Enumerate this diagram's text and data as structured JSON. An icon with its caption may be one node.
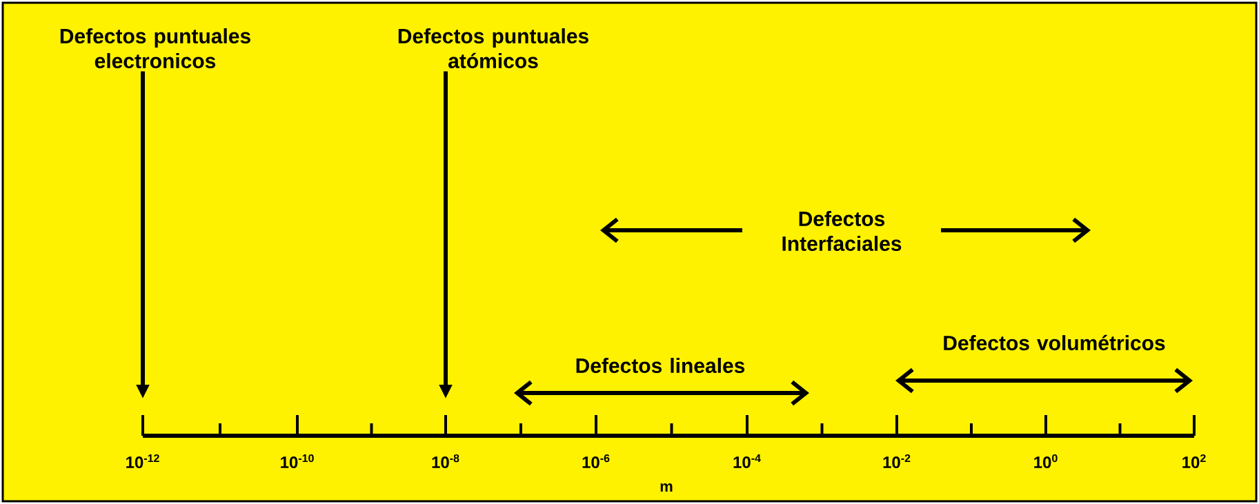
{
  "diagram": {
    "nodes": [
      {
        "text": [
          "Defectos puntuales electronicos"
        ]
      },
      {
        "text": [
          "Defectos puntuales atómicos"
        ]
      }
    ],
    "edges": [
      {
        "from": 0,
        "to": null,
        "arrow": "to"
      },
      {
        "from": 1,
        "to": null,
        "arrow": "to"
      }
    ],
    "labels": [
      "Defectos Interfaciales",
      "Defectos lineales",
      "Defectos volumétricos",
      "10$^{-12}$",
      "10$^{-10}$",
      "10$^{-8}$",
      "10$^{-6}$",
      "10$^{-4}$",
      "10$^{-2}$",
      "10$^{0}$",
      "10$^{2}$",
      "m"
    ]
  }
}
